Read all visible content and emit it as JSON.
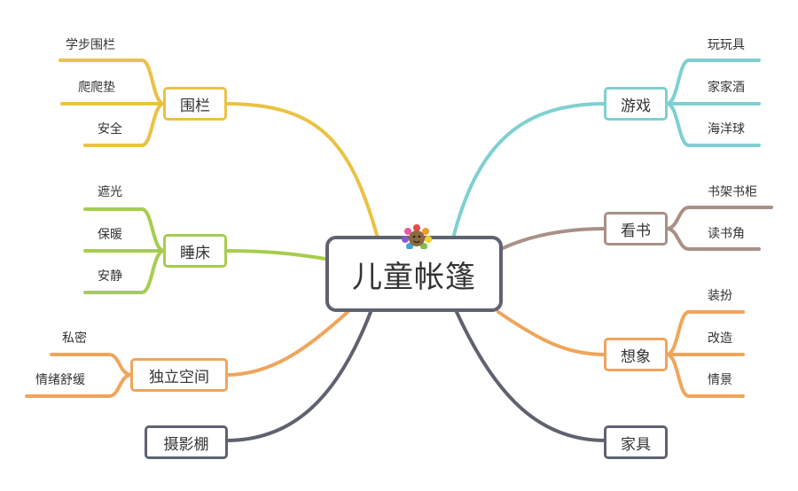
{
  "center": {
    "label": "儿童帐篷"
  },
  "colors": {
    "yellow": "#eac244",
    "green": "#a6cd4e",
    "orange": "#efa55c",
    "slate": "#5f6270",
    "teal": "#7fd0d0",
    "brown": "#a99086"
  },
  "branches": {
    "fence": {
      "label": "围栏",
      "leaves": [
        "学步围栏",
        "爬爬垫",
        "安全"
      ]
    },
    "bed": {
      "label": "睡床",
      "leaves": [
        "遮光",
        "保暖",
        "安静"
      ]
    },
    "private_space": {
      "label": "独立空间",
      "leaves": [
        "私密",
        "情绪舒缓"
      ]
    },
    "photo_studio": {
      "label": "摄影棚"
    },
    "game": {
      "label": "游戏",
      "leaves": [
        "玩玩具",
        "家家酒",
        "海洋球"
      ]
    },
    "reading": {
      "label": "看书",
      "leaves": [
        "书架书柜",
        "读书角"
      ]
    },
    "imagination": {
      "label": "想象",
      "leaves": [
        "装扮",
        "改造",
        "情景"
      ]
    },
    "furniture": {
      "label": "家具"
    }
  }
}
